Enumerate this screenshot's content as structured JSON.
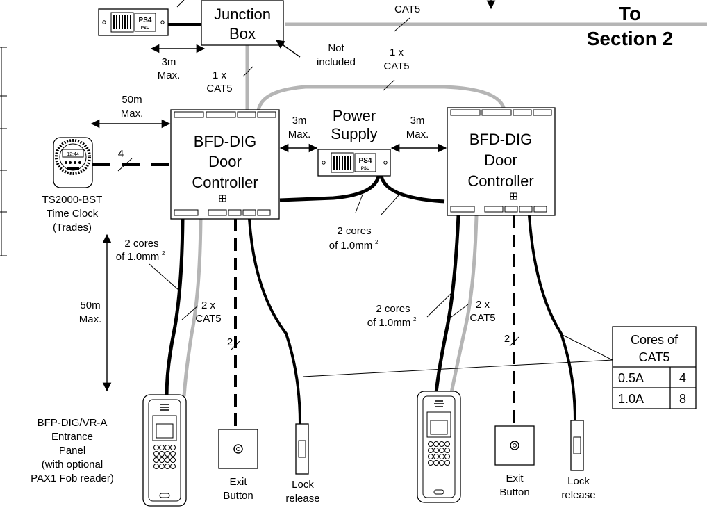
{
  "junction_box": [
    "Junction",
    "Box"
  ],
  "psu_label": "PS4",
  "psu_sub": "PSU",
  "top_cat5": "CAT5",
  "to_section": [
    "To",
    "Section 2"
  ],
  "dist_3m_top": [
    "3m",
    "Max."
  ],
  "cat5_1x_left": [
    "1 x",
    "CAT5"
  ],
  "not_included": [
    "Not",
    "included"
  ],
  "cat5_1x_top": [
    "1 x",
    "CAT5"
  ],
  "dist_50m_top": [
    "50m",
    "Max."
  ],
  "dist_3m_left": [
    "3m",
    "Max."
  ],
  "dist_3m_right": [
    "3m",
    "Max."
  ],
  "power_supply": [
    "Power",
    "Supply"
  ],
  "controller_left": [
    "BFD-DIG",
    "Door",
    "Controller"
  ],
  "controller_right": [
    "BFD-DIG",
    "Door",
    "Controller"
  ],
  "timeclock_cores": "4",
  "timeclock": [
    "TS2000-BST",
    "Time Clock",
    "(Trades)"
  ],
  "timeclock_display": "12:44",
  "cores_left": [
    "2 cores",
    "of 1.0mm"
  ],
  "cores_mid": [
    "2 cores",
    "of 1.0mm"
  ],
  "cores_right": [
    "2 cores",
    "of 1.0mm"
  ],
  "superscript": "2",
  "dist_50m_side": [
    "50m",
    "Max."
  ],
  "cat5_2x_left": [
    "2 x",
    "CAT5"
  ],
  "cat5_2x_right": [
    "2 x",
    "CAT5"
  ],
  "exit_cores_left": "2",
  "exit_cores_right": "2",
  "entrance_panel": [
    "BFP-DIG/VR-A",
    "Entrance",
    "Panel",
    "(with optional",
    "PAX1 Fob reader)"
  ],
  "exit_button": [
    "Exit",
    "Button"
  ],
  "lock_release": [
    "Lock",
    "release"
  ],
  "table": {
    "header": [
      "Cores of",
      "CAT5"
    ],
    "rows": [
      [
        "0.5A",
        "4"
      ],
      [
        "1.0A",
        "8"
      ]
    ]
  }
}
